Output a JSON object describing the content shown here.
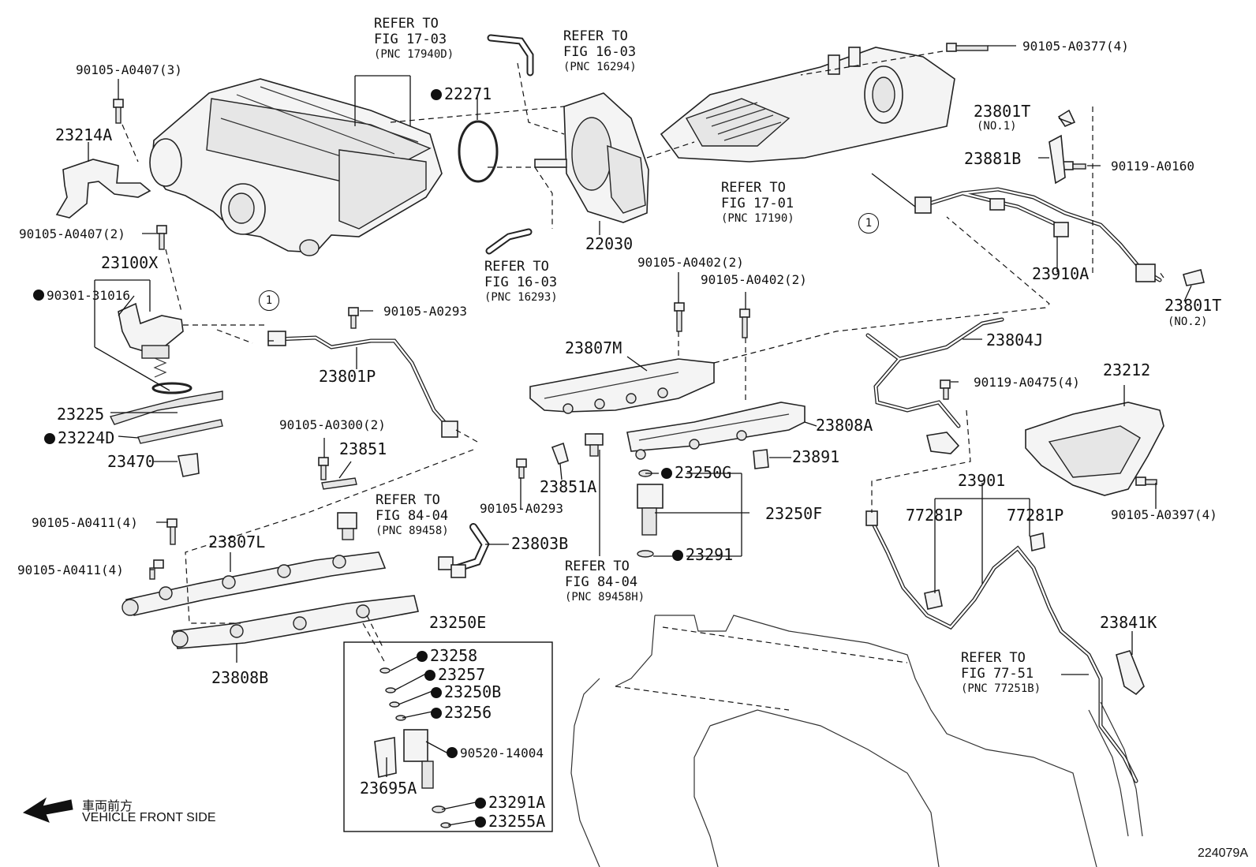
{
  "parts": {
    "p_90105_A0407_3": "90105-A0407(3)",
    "p_23214A": "23214A",
    "p_90105_A0407_2": "90105-A0407(2)",
    "p_23100X": "23100X",
    "p_90301_31016": "90301-31016",
    "p_23225": "23225",
    "p_23224D": "23224D",
    "p_23470": "23470",
    "p_22271": "22271",
    "p_22030": "22030",
    "p_90105_A0377_4": "90105-A0377(4)",
    "p_23801T_1": "23801T",
    "p_23801T_1_note": "(NO.1)",
    "p_23881B": "23881B",
    "p_90119_A0160": "90119-A0160",
    "p_23910A": "23910A",
    "p_23801T_2": "23801T",
    "p_23801T_2_note": "(NO.2)",
    "p_90105_A0293_a": "90105-A0293",
    "p_23801P": "23801P",
    "p_90105_A0402_2a": "90105-A0402(2)",
    "p_90105_A0402_2b": "90105-A0402(2)",
    "p_23807M": "23807M",
    "p_23804J": "23804J",
    "p_90119_A0475_4": "90119-A0475(4)",
    "p_23212": "23212",
    "p_23808A": "23808A",
    "p_90105_A0300_2": "90105-A0300(2)",
    "p_23851": "23851",
    "p_23891": "23891",
    "p_23250G": "23250G",
    "p_90105_A0293_b": "90105-A0293",
    "p_23851A": "23851A",
    "p_23901": "23901",
    "p_77281P_a": "77281P",
    "p_77281P_b": "77281P",
    "p_90105_A0397_4": "90105-A0397(4)",
    "p_23250F": "23250F",
    "p_90105_A0411_4a": "90105-A0411(4)",
    "p_23807L": "23807L",
    "p_23803B": "23803B",
    "p_90105_A0411_4b": "90105-A0411(4)",
    "p_23291": "23291",
    "p_23250E": "23250E",
    "p_23808B": "23808B",
    "p_23258": "23258",
    "p_23257": "23257",
    "p_23250B": "23250B",
    "p_23256": "23256",
    "p_90520_14004": "90520-14004",
    "p_23695A": "23695A",
    "p_23291A": "23291A",
    "p_23255A": "23255A",
    "p_23841K": "23841K"
  },
  "refs": {
    "r1": {
      "line1": "REFER TO",
      "line2": "FIG 17-03",
      "line3": "(PNC 17940D)"
    },
    "r2": {
      "line1": "REFER TO",
      "line2": "FIG 16-03",
      "line3": "(PNC 16294)"
    },
    "r3": {
      "line1": "REFER TO",
      "line2": "FIG 17-01",
      "line3": "(PNC 17190)"
    },
    "r4": {
      "line1": "REFER TO",
      "line2": "FIG 16-03",
      "line3": "(PNC 16293)"
    },
    "r5": {
      "line1": "REFER TO",
      "line2": "FIG 84-04",
      "line3": "(PNC 89458)"
    },
    "r6": {
      "line1": "REFER TO",
      "line2": "FIG 84-04",
      "line3": "(PNC 89458H)"
    },
    "r7": {
      "line1": "REFER TO",
      "line2": "FIG 77-51",
      "line3": "(PNC 77251B)"
    }
  },
  "markers": {
    "circle_a": "1",
    "circle_b": "1"
  },
  "footer": {
    "front_jp": "車両前方",
    "front_en": "VEHICLE FRONT SIDE",
    "figure_no": "224079A"
  }
}
